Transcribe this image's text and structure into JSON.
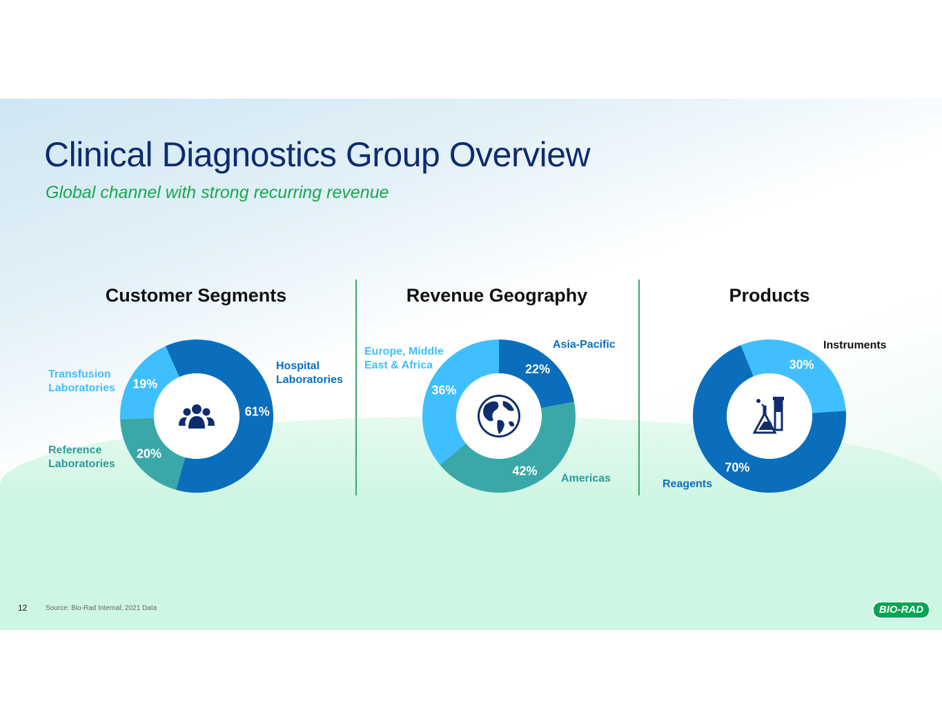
{
  "title": "Clinical Diagnostics Group Overview",
  "subtitle": "Global channel with strong recurring revenue",
  "footer": {
    "page_number": "12",
    "source": "Source: Bio-Rad Internal; 2021 Data",
    "logo": "BIO-RAD"
  },
  "colors": {
    "dark_blue": "#0a6ebd",
    "light_blue": "#3fbfff",
    "teal": "#3aa8a8",
    "title": "#0e2c6e",
    "subtitle": "#18a84c"
  },
  "chart_data": [
    {
      "type": "pie",
      "title": "Customer Segments",
      "icon": "people-icon",
      "slices": [
        {
          "label": "Hospital Laboratories",
          "value": 61,
          "display": "61%",
          "color": "#0a6ebd"
        },
        {
          "label": "Reference Laboratories",
          "value": 20,
          "display": "20%",
          "color": "#3aa8a8"
        },
        {
          "label": "Transfusion Laboratories",
          "value": 19,
          "display": "19%",
          "color": "#3fbfff"
        }
      ]
    },
    {
      "type": "pie",
      "title": "Revenue Geography",
      "icon": "globe-icon",
      "slices": [
        {
          "label": "Asia-Pacific",
          "value": 22,
          "display": "22%",
          "color": "#0a6ebd"
        },
        {
          "label": "Americas",
          "value": 42,
          "display": "42%",
          "color": "#3aa8a8"
        },
        {
          "label": "Europe, Middle East & Africa",
          "value": 36,
          "display": "36%",
          "color": "#3fbfff"
        }
      ]
    },
    {
      "type": "pie",
      "title": "Products",
      "icon": "flask-icon",
      "slices": [
        {
          "label": "Instruments",
          "value": 30,
          "display": "30%",
          "color": "#3fbfff"
        },
        {
          "label": "Reagents",
          "value": 70,
          "display": "70%",
          "color": "#0a6ebd"
        }
      ]
    }
  ]
}
